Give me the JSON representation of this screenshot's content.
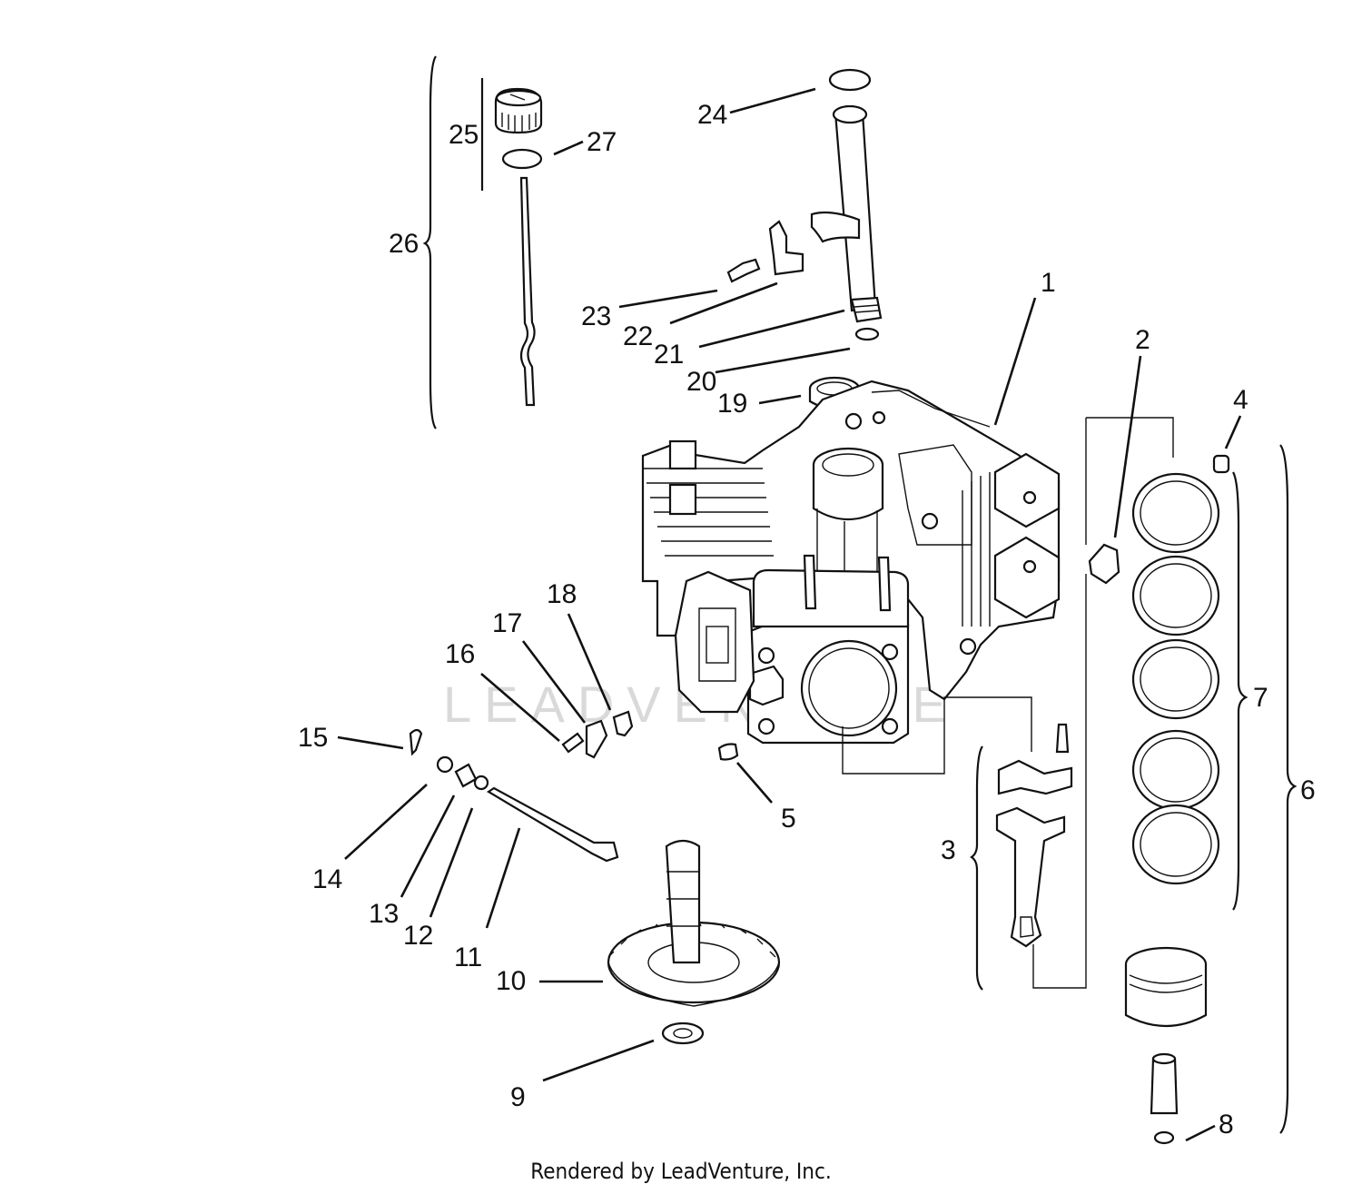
{
  "watermark": "LEADVENTURE",
  "footer": "Rendered by LeadVenture, Inc.",
  "callouts": {
    "c1": "1",
    "c2": "2",
    "c3": "3",
    "c4": "4",
    "c5": "5",
    "c6": "6",
    "c7": "7",
    "c8": "8",
    "c9": "9",
    "c10": "10",
    "c11": "11",
    "c12": "12",
    "c13": "13",
    "c14": "14",
    "c15": "15",
    "c16": "16",
    "c17": "17",
    "c18": "18",
    "c19": "19",
    "c20": "20",
    "c21": "21",
    "c22": "22",
    "c23": "23",
    "c24": "24",
    "c25": "25",
    "c26": "26",
    "c27": "27"
  }
}
